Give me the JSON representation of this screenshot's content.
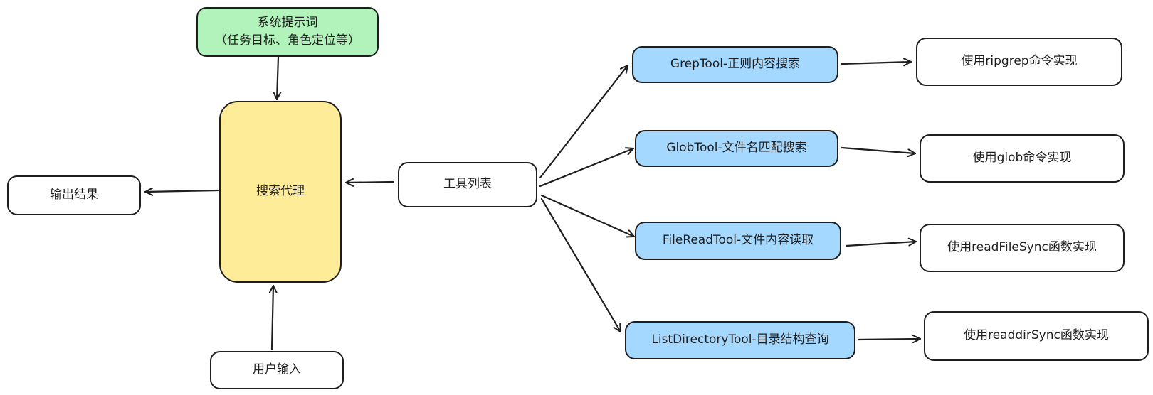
{
  "nodes": {
    "system_prompt": {
      "line1": "系统提示词",
      "line2": "（任务目标、角色定位等）"
    },
    "search_agent": "搜索代理",
    "output": "输出结果",
    "user_input": "用户输入",
    "tool_list": "工具列表",
    "tools": [
      {
        "name": "GrepTool-正则内容搜索",
        "impl": "使用ripgrep命令实现"
      },
      {
        "name": "GlobTool-文件名匹配搜索",
        "impl": "使用glob命令实现"
      },
      {
        "name": "FileReadTool-文件内容读取",
        "impl": "使用readFileSync函数实现"
      },
      {
        "name": "ListDirectoryTool-目录结构查询",
        "impl": "使用readdirSync函数实现"
      }
    ]
  },
  "colors": {
    "system_prompt": "#b2f2bb",
    "search_agent": "#ffec99",
    "tool": "#a5d8ff",
    "stroke": "#1e1e1e"
  }
}
